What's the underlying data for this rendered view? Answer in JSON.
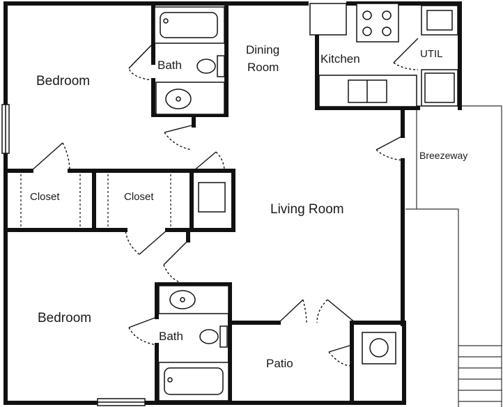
{
  "floor_plan": {
    "rooms": {
      "bedroom_top": "Bedroom",
      "bath_top": "Bath",
      "dining_line1": "Dining",
      "dining_line2": "Room",
      "kitchen": "Kitchen",
      "util": "UTIL",
      "breezeway": "Breezeway",
      "closet_left": "Closet",
      "closet_right": "Closet",
      "living_room": "Living Room",
      "bedroom_bottom": "Bedroom",
      "bath_bottom": "Bath",
      "patio": "Patio"
    }
  }
}
